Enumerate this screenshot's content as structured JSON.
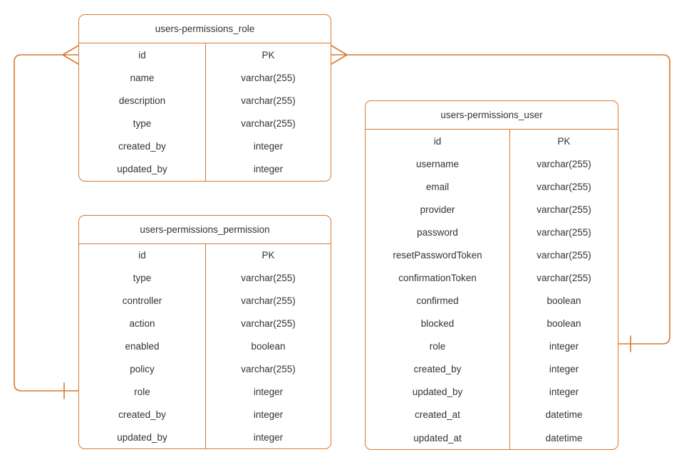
{
  "colors": {
    "line": "#D77832",
    "text": "#333333",
    "background": "#FFFFFF"
  },
  "diagram": {
    "type": "entity-relationship",
    "tables": [
      {
        "title": "users-permissions_role",
        "rows": [
          {
            "field": "id",
            "type": "PK"
          },
          {
            "field": "name",
            "type": "varchar(255)"
          },
          {
            "field": "description",
            "type": "varchar(255)"
          },
          {
            "field": "type",
            "type": "varchar(255)"
          },
          {
            "field": "created_by",
            "type": "integer"
          },
          {
            "field": "updated_by",
            "type": "integer"
          }
        ]
      },
      {
        "title": "users-permissions_permission",
        "rows": [
          {
            "field": "id",
            "type": "PK"
          },
          {
            "field": "type",
            "type": "varchar(255)"
          },
          {
            "field": "controller",
            "type": "varchar(255)"
          },
          {
            "field": "action",
            "type": "varchar(255)"
          },
          {
            "field": "enabled",
            "type": "boolean"
          },
          {
            "field": "policy",
            "type": "varchar(255)"
          },
          {
            "field": "role",
            "type": "integer"
          },
          {
            "field": "created_by",
            "type": "integer"
          },
          {
            "field": "updated_by",
            "type": "integer"
          }
        ]
      },
      {
        "title": "users-permissions_user",
        "rows": [
          {
            "field": "id",
            "type": "PK"
          },
          {
            "field": "username",
            "type": "varchar(255)"
          },
          {
            "field": "email",
            "type": "varchar(255)"
          },
          {
            "field": "provider",
            "type": "varchar(255)"
          },
          {
            "field": "password",
            "type": "varchar(255)"
          },
          {
            "field": "resetPasswordToken",
            "type": "varchar(255)"
          },
          {
            "field": "confirmationToken",
            "type": "varchar(255)"
          },
          {
            "field": "confirmed",
            "type": "boolean"
          },
          {
            "field": "blocked",
            "type": "boolean"
          },
          {
            "field": "role",
            "type": "integer"
          },
          {
            "field": "created_by",
            "type": "integer"
          },
          {
            "field": "updated_by",
            "type": "integer"
          },
          {
            "field": "created_at",
            "type": "datetime"
          },
          {
            "field": "updated_at",
            "type": "datetime"
          }
        ]
      }
    ],
    "relationships": [
      {
        "from": "users-permissions_role.id",
        "to": "users-permissions_permission.role",
        "from_marker": "crow-foot-many",
        "to_marker": "one-tick"
      },
      {
        "from": "users-permissions_role.id",
        "to": "users-permissions_user.role",
        "from_marker": "crow-foot-many",
        "to_marker": "one-tick"
      }
    ]
  }
}
